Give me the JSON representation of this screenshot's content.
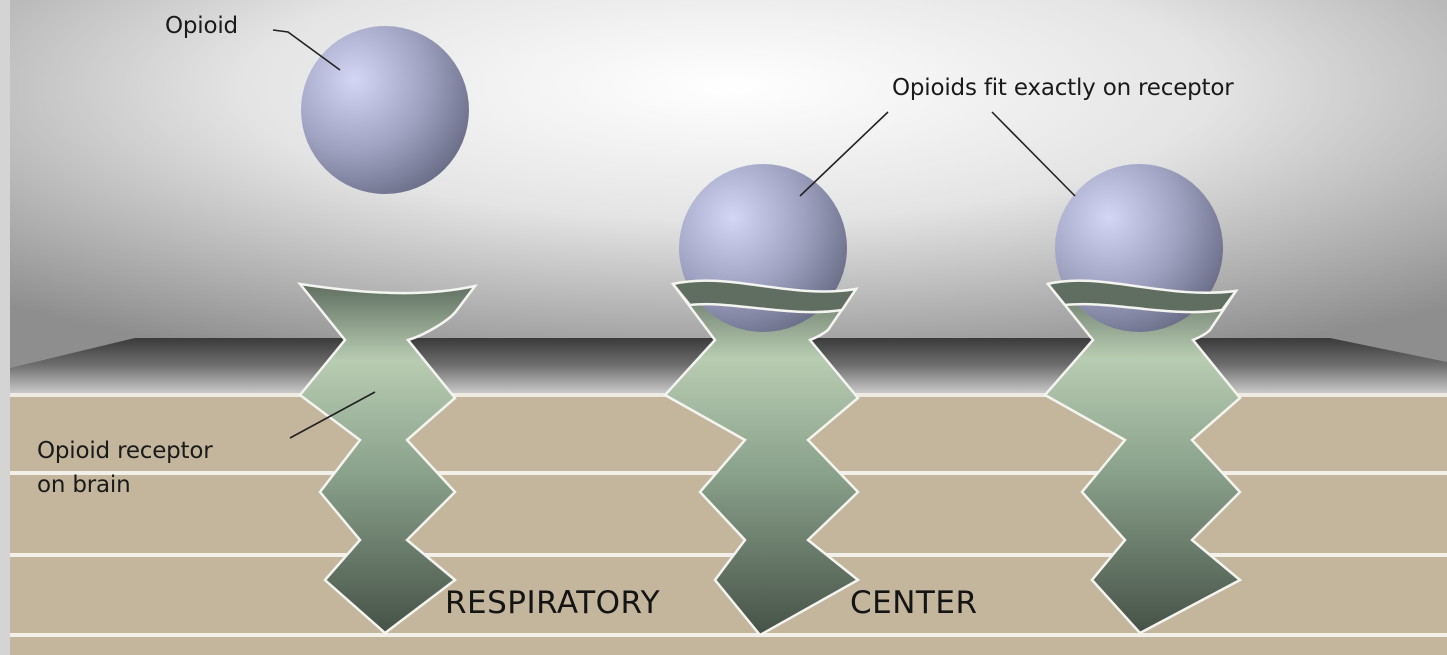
{
  "labels": {
    "opioid": "Opioid",
    "fit": "Opioids fit exactly on receptor",
    "receptor_line1": "Opioid receptor",
    "receptor_line2": "on brain",
    "region_word1": "RESPIRATORY",
    "region_word2": "CENTER"
  },
  "colors": {
    "frame": "#d4d4d4",
    "sky_light": "#ffffff",
    "sky_dark": "#8c8c8c",
    "tissue": "#c3b69c",
    "tissue_line": "#f3f0ea",
    "receptor_top": "#b9cdb3",
    "receptor_bottom": "#465247",
    "opioid_light": "#cdd1ef",
    "opioid_dark": "#6b6f8a",
    "leader": "#222222"
  },
  "icons": [
    "opioid-sphere",
    "opioid-receptor"
  ]
}
